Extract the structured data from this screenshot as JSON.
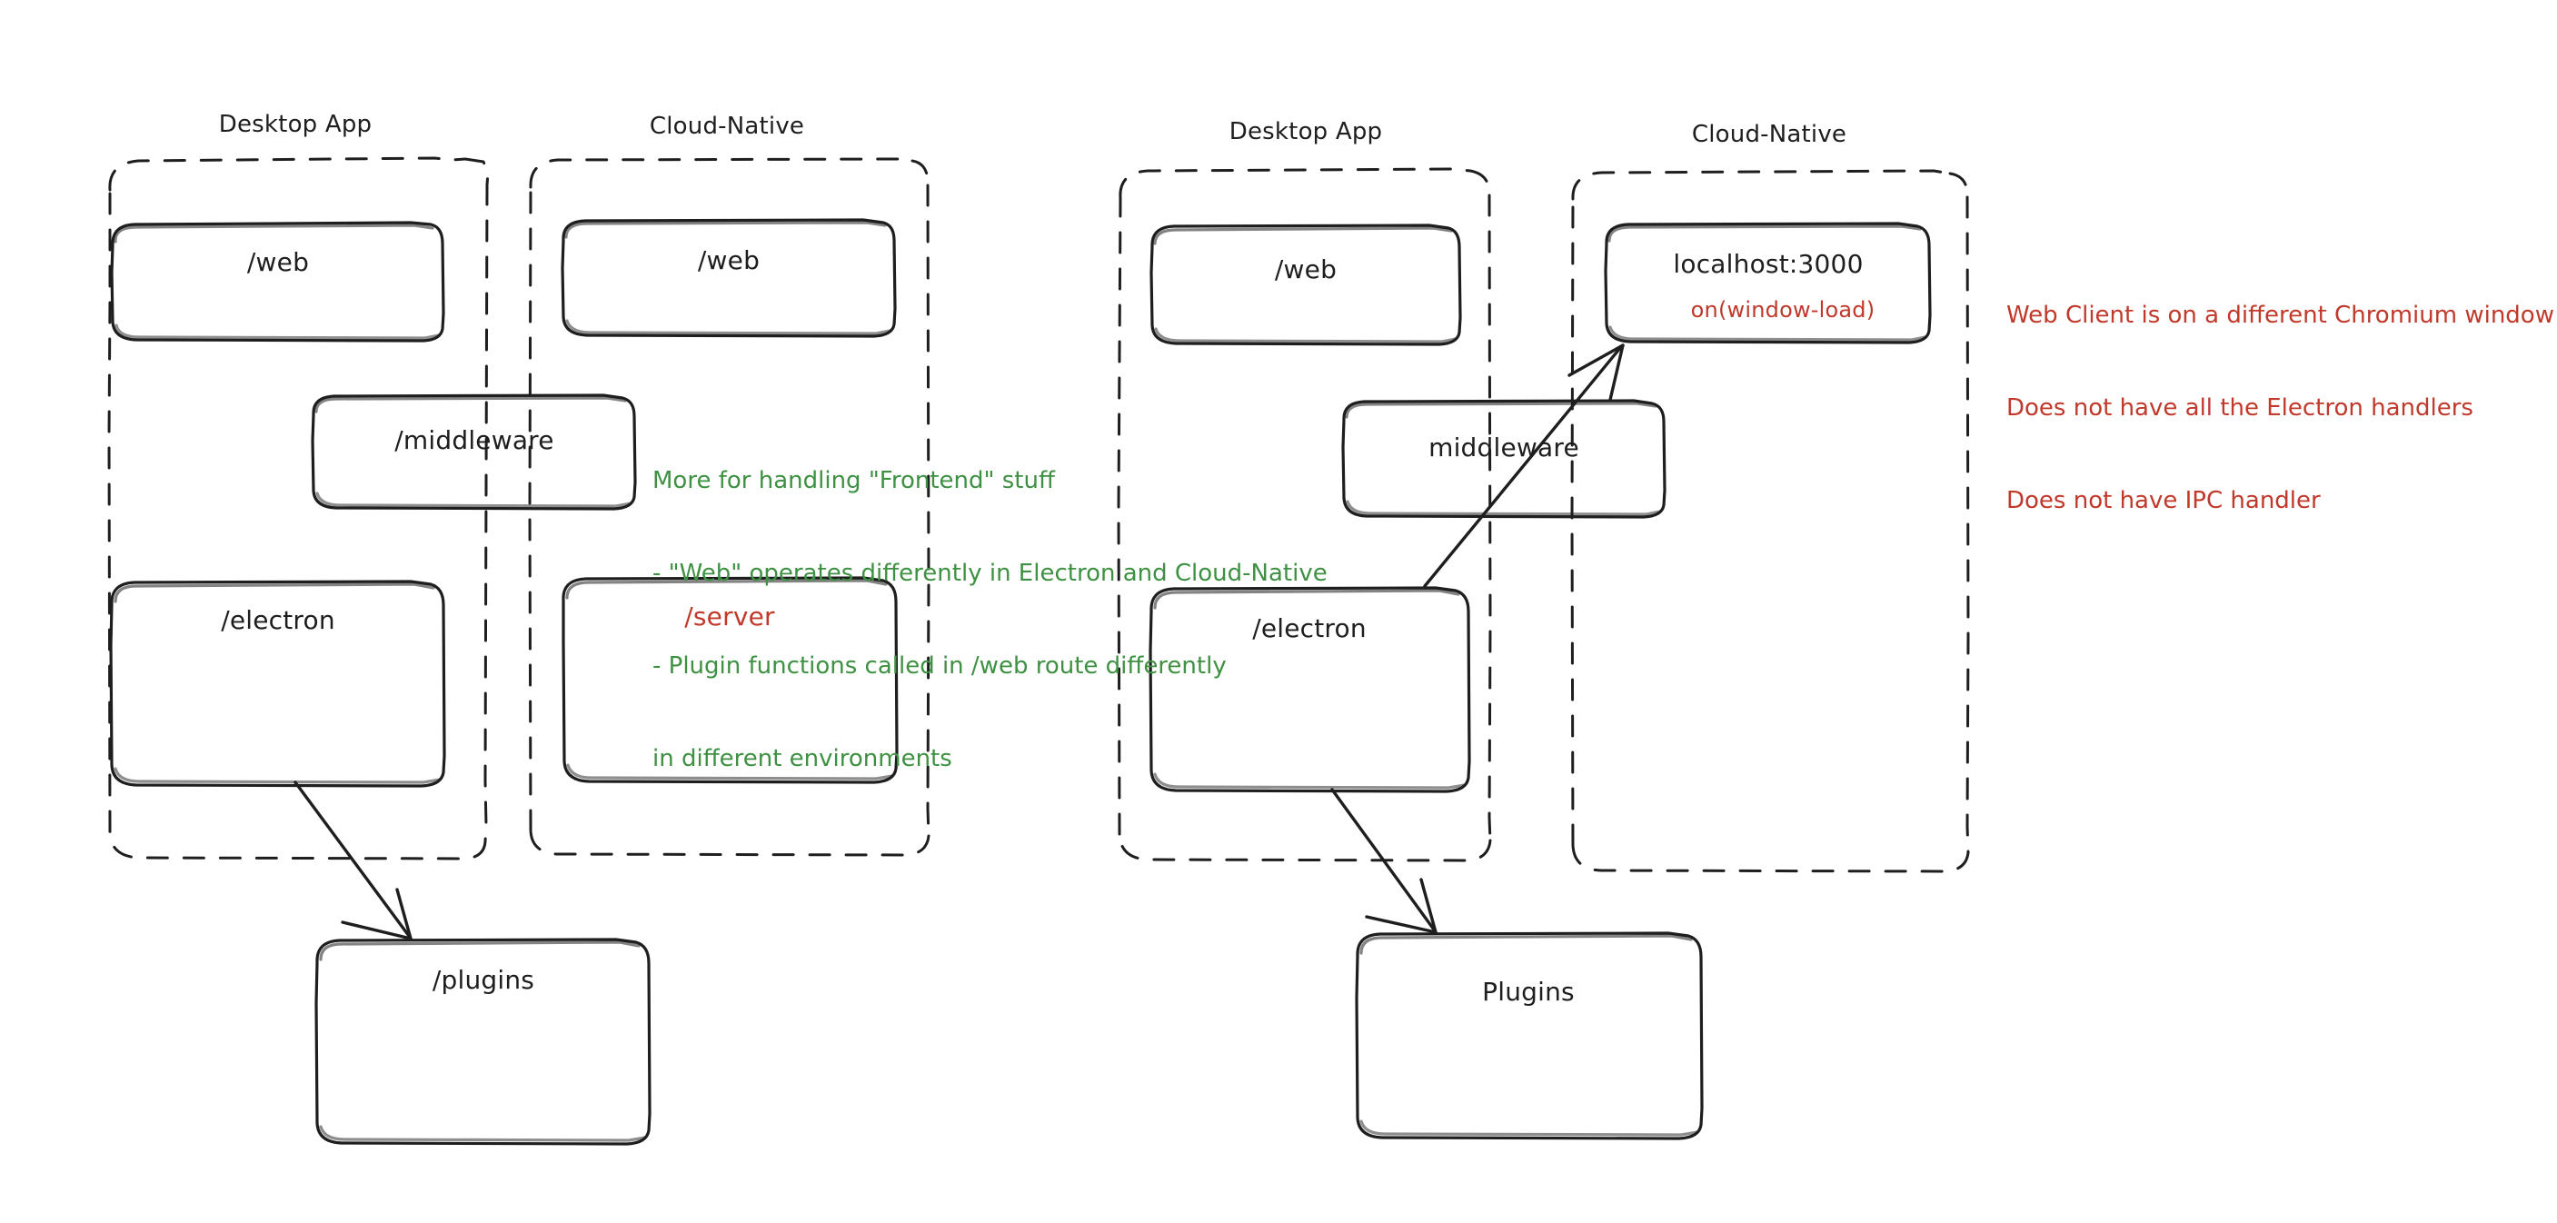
{
  "canvas": {
    "background": "#ffffff",
    "stroke_color": "#1e1e1e",
    "green_color": "#3e9142",
    "red_color": "#c0392b"
  },
  "diagram": {
    "title": "Electron vs Cloud-Native architecture sketch",
    "left_figure": {
      "groups": [
        {
          "id": "left-desktop",
          "label": "Desktop App"
        },
        {
          "id": "left-cloud",
          "label": "Cloud-Native"
        }
      ],
      "nodes": [
        {
          "id": "left-desktop-web",
          "label": "/web",
          "color": "#1e1e1e"
        },
        {
          "id": "left-cloud-web",
          "label": "/web",
          "color": "#1e1e1e"
        },
        {
          "id": "left-middleware",
          "label": "/middleware",
          "color": "#1e1e1e"
        },
        {
          "id": "left-electron",
          "label": "/electron",
          "color": "#1e1e1e"
        },
        {
          "id": "left-server",
          "label": "/server",
          "color": "#c0392b"
        },
        {
          "id": "left-plugins",
          "label": "/plugins",
          "color": "#1e1e1e"
        }
      ],
      "arrows": [
        {
          "id": "left-electron-to-plugins",
          "from": "left-electron",
          "to": "left-plugins"
        }
      ]
    },
    "right_figure": {
      "groups": [
        {
          "id": "right-desktop",
          "label": "Desktop App"
        },
        {
          "id": "right-cloud",
          "label": "Cloud-Native"
        }
      ],
      "nodes": [
        {
          "id": "right-desktop-web",
          "label": "/web",
          "color": "#1e1e1e"
        },
        {
          "id": "right-localhost",
          "label": "localhost:3000",
          "sublabel": "on(window-load)",
          "color": "#1e1e1e",
          "sublabel_color": "#c0392b"
        },
        {
          "id": "right-middleware",
          "label": "middleware",
          "color": "#1e1e1e"
        },
        {
          "id": "right-electron",
          "label": "/electron",
          "color": "#1e1e1e"
        },
        {
          "id": "right-plugins",
          "label": "Plugins",
          "color": "#1e1e1e"
        }
      ],
      "arrows": [
        {
          "id": "right-electron-to-localhost",
          "from": "right-electron",
          "to": "right-localhost"
        },
        {
          "id": "right-electron-to-plugins",
          "from": "right-electron",
          "to": "right-plugins"
        }
      ]
    },
    "annotations": [
      {
        "id": "green-note",
        "color": "#3e9142",
        "lines": [
          "More for handling \"Frontend\" stuff",
          "- \"Web\" operates differently in Electron and Cloud-Native",
          "- Plugin functions called in /web route differently",
          "in different environments"
        ]
      },
      {
        "id": "red-note",
        "color": "#c0392b",
        "lines": [
          "Web Client is on a different Chromium window",
          "Does not have all the Electron handlers",
          "Does not have IPC handler"
        ]
      }
    ]
  }
}
